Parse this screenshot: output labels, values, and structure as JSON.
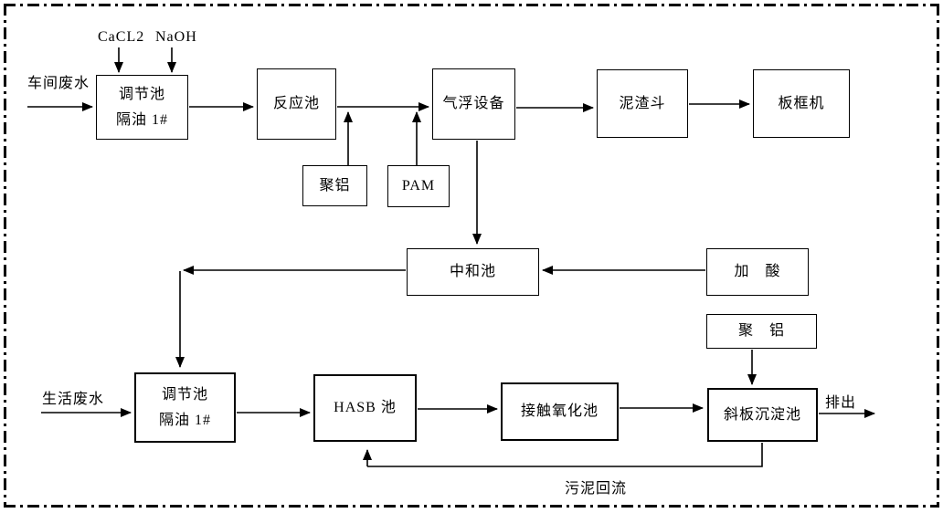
{
  "page": {
    "background": "#ffffff",
    "border_color": "#000000",
    "line_color": "#000000",
    "border_style": "dash-dot"
  },
  "nodes": {
    "tiaojie1": {
      "line1": "调节池",
      "line2": "隔油 1#"
    },
    "fanyingchi": {
      "label": "反应池"
    },
    "qifu": {
      "label": "气浮设备"
    },
    "nizhadou": {
      "label": "泥渣斗"
    },
    "bankuangji": {
      "label": "板框机"
    },
    "julv1": {
      "label": "聚铝"
    },
    "pam": {
      "label": "PAM"
    },
    "zhonghechi": {
      "label": "中和池"
    },
    "jiasuan": {
      "label": "加　酸"
    },
    "julv2": {
      "label": "聚　铝"
    },
    "tiaojie2": {
      "line1": "调节池",
      "line2": "隔油 1#"
    },
    "hasb": {
      "label": "HASB 池"
    },
    "jiechu": {
      "label": "接触氧化池"
    },
    "xieban": {
      "label": "斜板沉淀池"
    }
  },
  "labels": {
    "cacl2": "CaCL2",
    "naoh": "NaOH",
    "workshop_wastewater": "车间废水",
    "domestic_wastewater": "生活废水",
    "discharge": "排出",
    "sludge_return": "污泥回流"
  }
}
